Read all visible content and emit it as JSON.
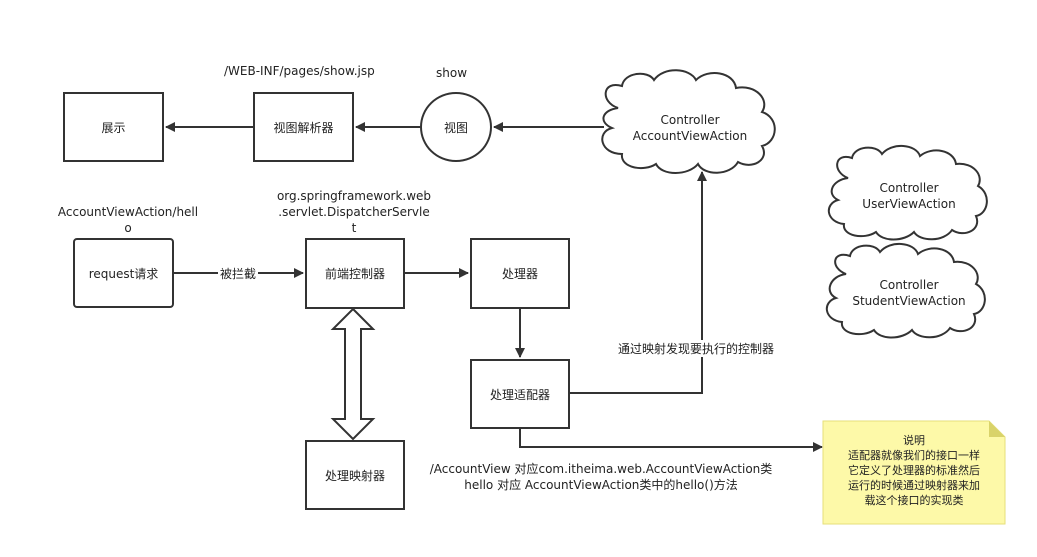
{
  "nodes": {
    "display": "展示",
    "view_resolver": "视图解析器",
    "view": "视图",
    "front_controller": "前端控制器",
    "handler": "处理器",
    "request": "request请求",
    "handler_adapter": "处理适配器",
    "handler_mapping": "处理映射器"
  },
  "labels": {
    "jsp_path": "/WEB-INF/pages/show.jsp",
    "show": "show",
    "request_path_line1": "AccountViewAction/hell",
    "request_path_line2": "o",
    "servlet_line1": "org.springframework.web",
    "servlet_line2": ".servlet.DispatcherServle",
    "servlet_line3": "t",
    "intercepted": "被拦截",
    "mapping_found": "通过映射发现要执行的控制器",
    "mapping_desc_line1": "/AccountView  对应com.itheima.web.AccountViewAction类",
    "mapping_desc_line2": "hello 对应 AccountViewAction类中的hello()方法"
  },
  "clouds": {
    "account": {
      "line1": "Controller",
      "line2": "AccountViewAction"
    },
    "user": {
      "line1": "Controller",
      "line2": "UserViewAction"
    },
    "student": {
      "line1": "Controller",
      "line2": "StudentViewAction"
    }
  },
  "note": {
    "title": "说明",
    "line1": "适配器就像我们的接口一样",
    "line2": "它定义了处理器的标准然后",
    "line3": "运行的时候通过映射器来加",
    "line4": "载这个接口的实现类",
    "fill": "#fdf9a8"
  }
}
